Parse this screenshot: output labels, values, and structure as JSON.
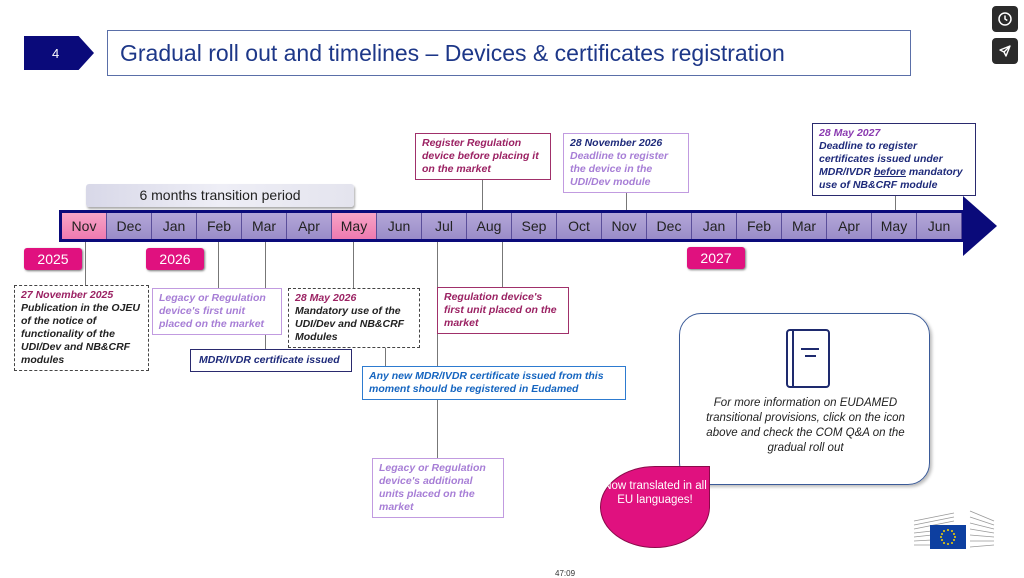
{
  "slide": {
    "number": "4",
    "title": "Gradual roll out and timelines – Devices & certificates registration"
  },
  "controls": {
    "clock_icon": "clock-icon",
    "send_icon": "send-icon"
  },
  "timeline": {
    "transition_label": "6 months transition period",
    "months": [
      "Nov",
      "Dec",
      "Jan",
      "Feb",
      "Mar",
      "Apr",
      "May",
      "Jun",
      "Jul",
      "Aug",
      "Sep",
      "Oct",
      "Nov",
      "Dec",
      "Jan",
      "Feb",
      "Mar",
      "Apr",
      "May",
      "Jun"
    ],
    "highlighted": [
      0,
      6
    ],
    "years": [
      "2025",
      "2026",
      "2027"
    ]
  },
  "callouts": {
    "register_before": "Register Regulation device before placing it on the market",
    "nov2026_date": "28 November 2026",
    "nov2026_text": "Deadline to register the device in the UDI/Dev module",
    "may2027_date": "28 May 2027",
    "may2027_text_1": "Deadline to register certificates issued under MDR/IVDR ",
    "may2027_text_before": "before",
    "may2027_text_2": " mandatory use of NB&CRF module",
    "nov2025_date": "27 November 2025",
    "nov2025_text": "Publication in the OJEU of the notice of functionality of the UDI/Dev and NB&CRF modules",
    "legacy_first": "Legacy or Regulation device's first unit placed on the market",
    "may2026_date": "28 May 2026",
    "may2026_text": "Mandatory use of the UDI/Dev and NB&CRF Modules",
    "mdr_issued": "MDR/IVDR certificate issued",
    "reg_first": "Regulation device's first unit placed on the market",
    "any_new": "Any new MDR/IVDR certificate issued from this moment should be registered in Eudamed",
    "legacy_additional": "Legacy or Regulation device's additional units placed on the market"
  },
  "info": {
    "text": "For more information on EUDAMED transitional provisions, click on the icon above and check the COM Q&A on the gradual roll out",
    "icon": "book-icon"
  },
  "bubble": {
    "text": "Now translated in all EU languages!"
  },
  "footer": {
    "timestamp": "47:09",
    "logo": "european-commission-logo"
  },
  "colors": {
    "navy": "#0a0a7a",
    "magenta": "#e0117f",
    "month_fill": "#a89bd0",
    "month_highlight": "#f28db9"
  }
}
